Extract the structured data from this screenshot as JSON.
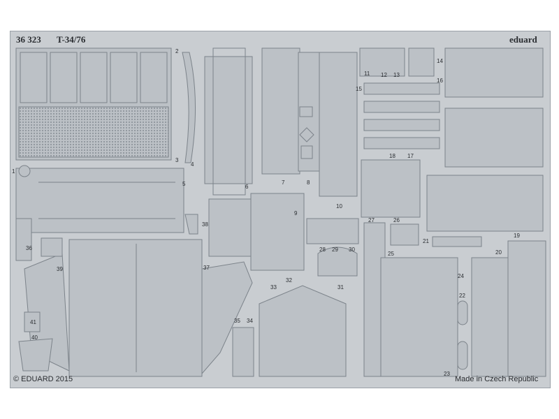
{
  "header": {
    "code": "36 323",
    "model": "T-34/76",
    "brand": "eduard"
  },
  "footer": {
    "copyright": "© EDUARD 2015",
    "origin": "Made in Czech Republic"
  },
  "colors": {
    "fret": "#c9cdd1",
    "edge": "#9aa1a8",
    "part": "#bcc1c6",
    "line": "#7c838a"
  },
  "part_numbers": [
    "1",
    "2",
    "3",
    "4",
    "5",
    "6",
    "7",
    "8",
    "9",
    "10",
    "11",
    "12",
    "13",
    "14",
    "15",
    "16",
    "17",
    "18",
    "19",
    "20",
    "21",
    "22",
    "23",
    "24",
    "25",
    "26",
    "27",
    "28",
    "29",
    "30",
    "31",
    "32",
    "33",
    "34",
    "35",
    "36",
    "37",
    "38",
    "39",
    "40",
    "41"
  ]
}
